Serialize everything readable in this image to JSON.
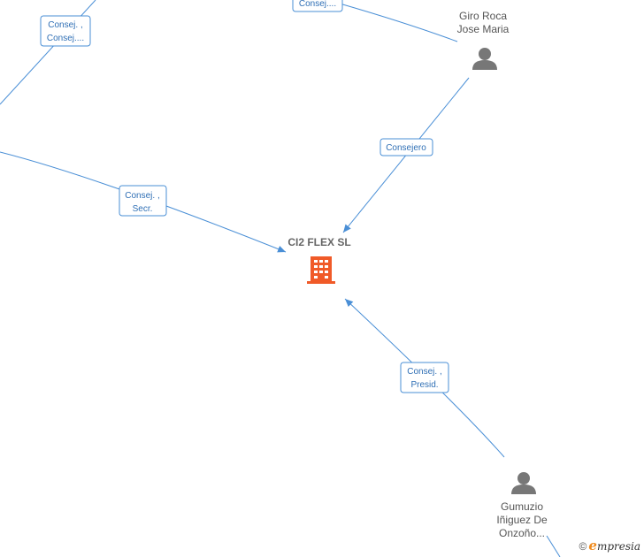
{
  "company": {
    "name": "CI2 FLEX  SL",
    "icon": "building-icon",
    "color": "#f05a28"
  },
  "persons": [
    {
      "id": "giro",
      "lines": [
        "Giro Roca",
        "Jose Maria"
      ],
      "icon": "person-icon"
    },
    {
      "id": "gumuzio",
      "lines": [
        "Gumuzio",
        "Iñiguez De",
        "Onzoño..."
      ],
      "icon": "person-icon"
    }
  ],
  "edge_labels": [
    {
      "id": "tl",
      "lines": [
        "Consej. ,",
        "Consej...."
      ]
    },
    {
      "id": "top",
      "lines": [
        "Consej...."
      ]
    },
    {
      "id": "giro",
      "lines": [
        "Consejero"
      ]
    },
    {
      "id": "left",
      "lines": [
        "Consej. ,",
        "Secr."
      ]
    },
    {
      "id": "gum",
      "lines": [
        "Consej. ,",
        "Presid."
      ]
    }
  ],
  "colors": {
    "edge": "#4a8fd6",
    "person": "#777777"
  },
  "watermark": {
    "copyright": "©",
    "brand_initial": "e",
    "brand_rest": "mpresia"
  }
}
